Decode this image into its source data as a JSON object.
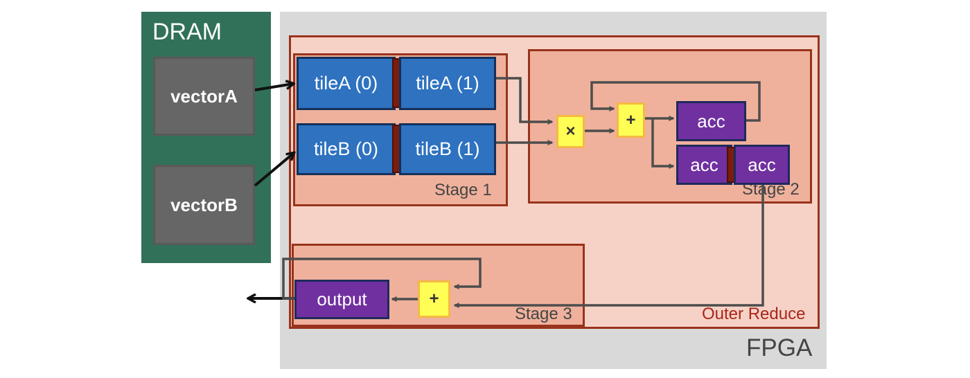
{
  "dram": {
    "title": "DRAM",
    "vectors": [
      "vectorA",
      "vectorB"
    ]
  },
  "fpga": {
    "label": "FPGA",
    "outer_label": "Outer Reduce"
  },
  "stage1": {
    "label": "Stage 1",
    "tiles": [
      "tileA (0)",
      "tileA (1)",
      "tileB (0)",
      "tileB (1)"
    ]
  },
  "stage2": {
    "label": "Stage 2",
    "ops": [
      "×",
      "+"
    ],
    "acc": [
      "acc",
      "acc",
      "acc"
    ]
  },
  "stage3": {
    "label": "Stage 3",
    "op": "+",
    "output": "output"
  },
  "colors": {
    "dram": "#317159",
    "fpga": "#d9d9d9",
    "outer": "#f6d2c6",
    "stage": "#efb19c",
    "tile": "#2e72c0",
    "register": "#7030a0",
    "operator": "#fffe55",
    "border": "#98331d"
  }
}
